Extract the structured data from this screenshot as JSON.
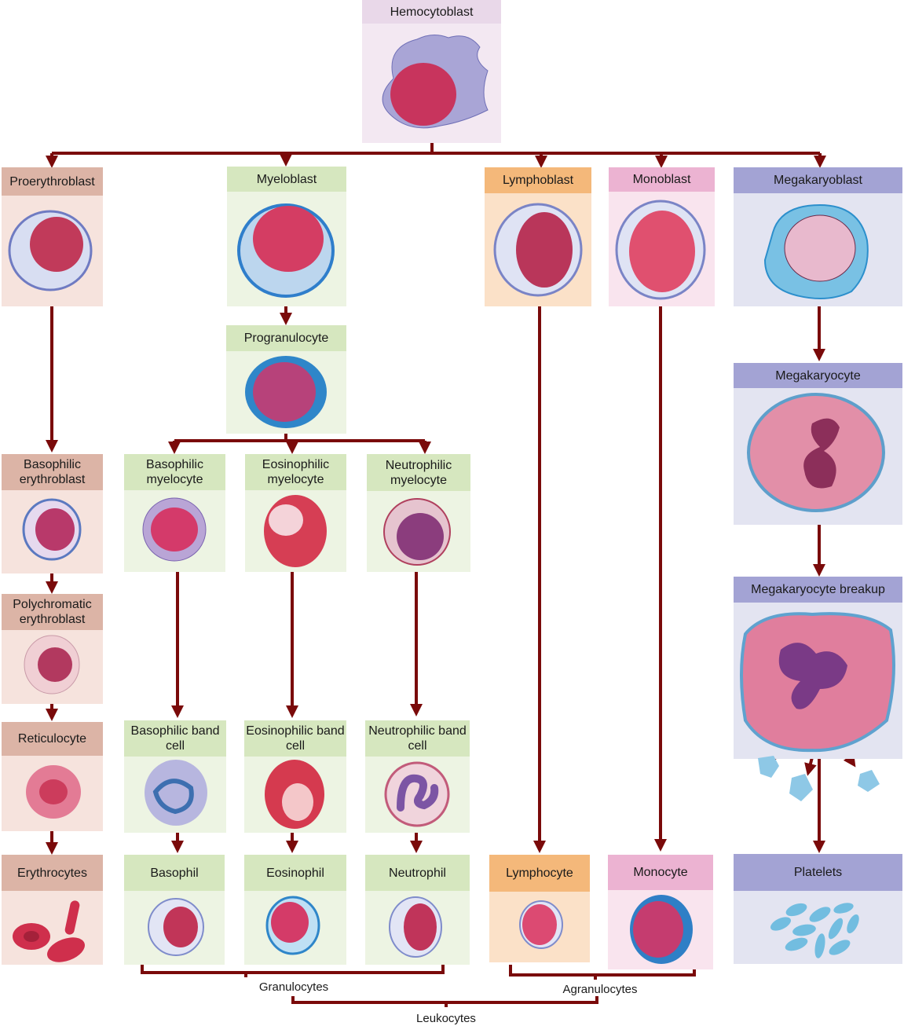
{
  "title": "Hematopoiesis lineage diagram",
  "colors": {
    "arrow": "#7a0a0a",
    "erythroid_header": "#dcb4a6",
    "granulocyte_header": "#d6e7bf",
    "lymphoid_header": "#f4b87a",
    "monocyte_header": "#ecb3d2",
    "megakaryocyte_header": "#a3a3d4",
    "stem_header": "#e9d8e9"
  },
  "cells": {
    "hemocytoblast": "Hemocytoblast",
    "proerythroblast": "Proerythroblast",
    "myeloblast": "Myeloblast",
    "lymphoblast": "Lymphoblast",
    "monoblast": "Monoblast",
    "megakaryoblast": "Megakaryoblast",
    "progranulocyte": "Progranulocyte",
    "megakaryocyte": "Megakaryocyte",
    "basophilic_erythroblast": "Basophilic erythroblast",
    "basophilic_myelocyte": "Basophilic myelocyte",
    "eosinophilic_myelocyte": "Eosinophilic myelocyte",
    "neutrophilic_myelocyte": "Neutrophilic myelocyte",
    "megakaryocyte_breakup": "Megakaryocyte breakup",
    "polychromatic_erythroblast": "Polychromatic erythroblast",
    "reticulocyte": "Reticulocyte",
    "basophilic_band_cell": "Basophilic band cell",
    "eosinophilic_band_cell": "Eosinophilic band cell",
    "neutrophilic_band_cell": "Neutrophilic band cell",
    "erythrocytes": "Erythrocytes",
    "basophil": "Basophil",
    "eosinophil": "Eosinophil",
    "neutrophil": "Neutrophil",
    "lymphocyte": "Lymphocyte",
    "monocyte": "Monocyte",
    "platelets": "Platelets"
  },
  "groups": {
    "granulocytes": "Granulocytes",
    "agranulocytes": "Agranulocytes",
    "leukocytes": "Leukocytes"
  }
}
